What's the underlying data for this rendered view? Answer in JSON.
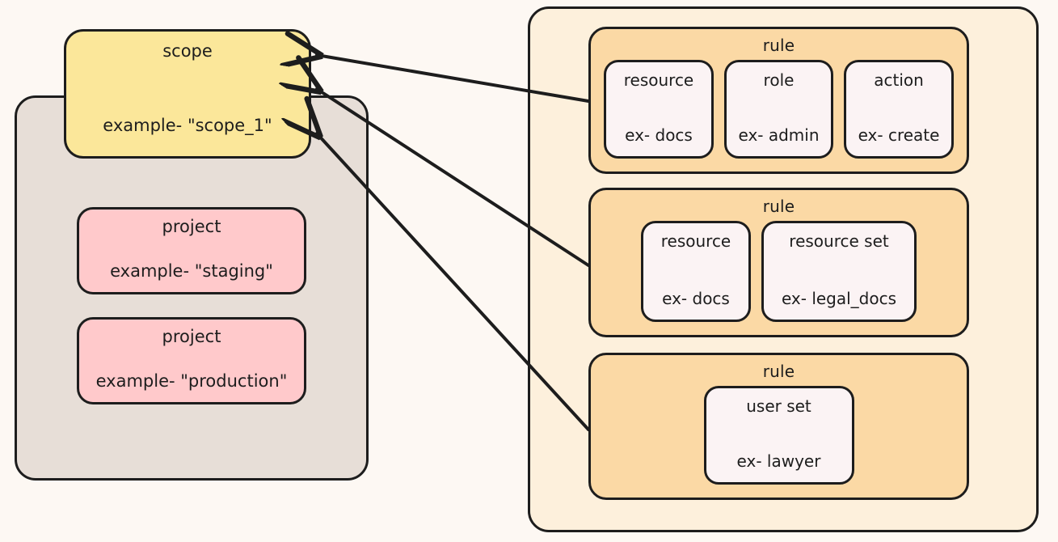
{
  "diagram": {
    "title": "scope / project / rule relationship diagram",
    "colors": {
      "background": "#fdf8f3",
      "scope_group": "#e7ded7",
      "scope_card": "#fbe79a",
      "project_card": "#ffc9cb",
      "rules_group": "#fdf0dc",
      "rule_card": "#fbd9a5",
      "leaf_card": "#fbf3f4",
      "stroke": "#1d1d1d"
    }
  },
  "left_group": {
    "scope": {
      "title": "scope",
      "example": "example- \"scope_1\""
    },
    "projects": [
      {
        "title": "project",
        "example": "example- \"staging\""
      },
      {
        "title": "project",
        "example": "example- \"production\""
      }
    ]
  },
  "right_group": {
    "rules": [
      {
        "title": "rule",
        "items": [
          {
            "title": "resource",
            "example": "ex- docs"
          },
          {
            "title": "role",
            "example": "ex- admin"
          },
          {
            "title": "action",
            "example": "ex- create"
          }
        ]
      },
      {
        "title": "rule",
        "items": [
          {
            "title": "resource",
            "example": "ex- docs"
          },
          {
            "title": "resource set",
            "example": "ex- legal_docs"
          }
        ]
      },
      {
        "title": "rule",
        "items": [
          {
            "title": "user set",
            "example": "ex- lawyer"
          }
        ]
      }
    ]
  },
  "connections": [
    {
      "from": "rule-1",
      "to": "scope",
      "style": "arrow"
    },
    {
      "from": "rule-2",
      "to": "scope",
      "style": "arrow"
    },
    {
      "from": "rule-3",
      "to": "scope",
      "style": "arrow"
    }
  ]
}
